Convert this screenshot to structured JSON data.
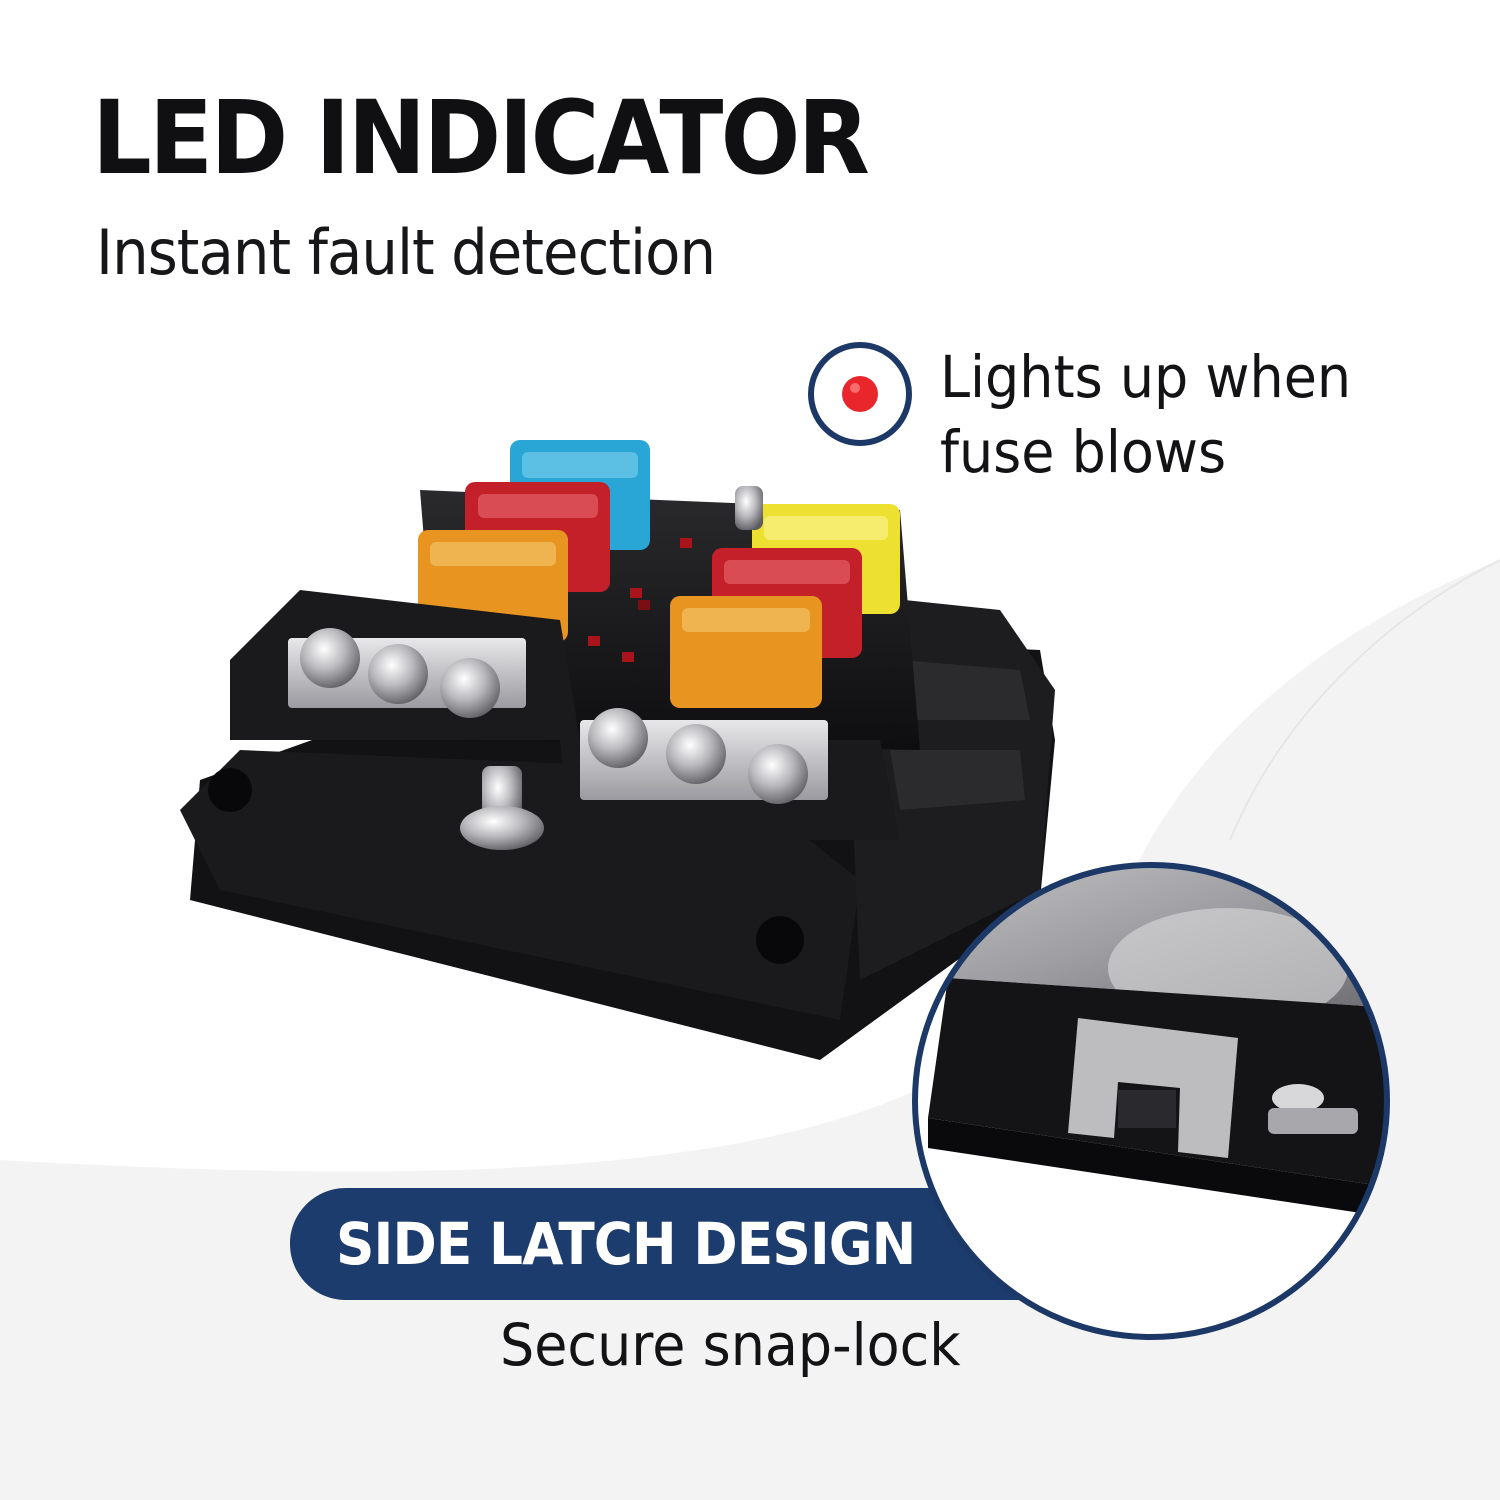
{
  "header": {
    "title": "LED INDICATOR",
    "subtitle": "Instant fault detection"
  },
  "led_callout": {
    "text_line1": "Lights up when",
    "text_line2": "fuse blows",
    "dot_color": "#e8262c",
    "ring_color": "#1c3866"
  },
  "latch": {
    "banner_label": "SIDE LATCH DESIGN",
    "caption": "Secure snap-lock",
    "banner_color": "#1c3c6e"
  },
  "fuse_colors": {
    "blue": "#2aa6d6",
    "red": "#c4202a",
    "orange": "#e79420",
    "yellow": "#eee031"
  }
}
